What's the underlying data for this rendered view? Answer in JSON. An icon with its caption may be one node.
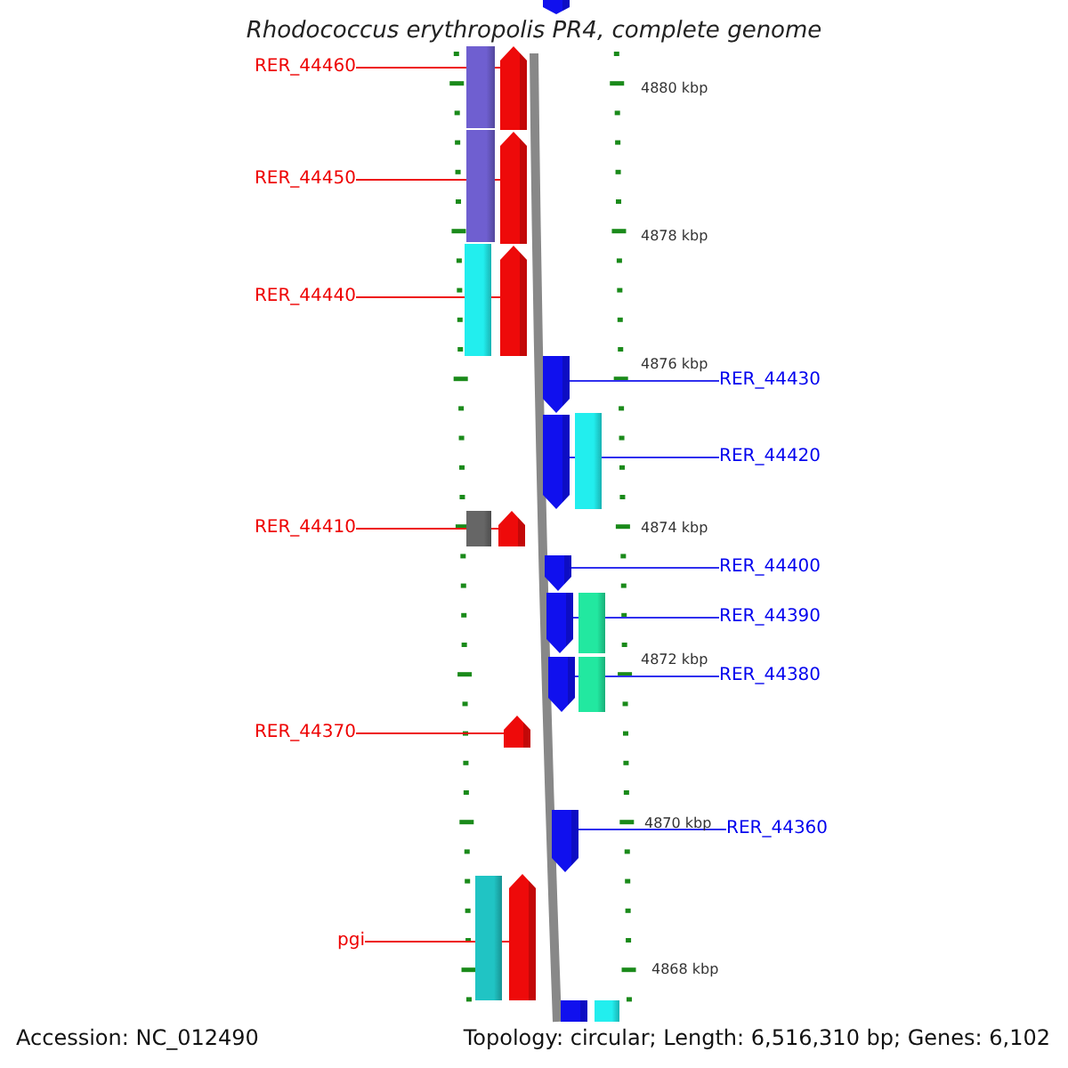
{
  "diagram": {
    "title": "Rhodococcus erythropolis PR4, complete genome",
    "nodes": [
      {
        "text": [
          "RER_44460"
        ]
      },
      {
        "text": [
          "RER_44450"
        ]
      },
      {
        "text": [
          "RER_44440"
        ]
      },
      {
        "text": [
          "RER_44430"
        ]
      },
      {
        "text": [
          "RER_44420"
        ]
      },
      {
        "text": [
          "RER_44410"
        ]
      },
      {
        "text": [
          "RER_44400"
        ]
      },
      {
        "text": [
          "RER_44390"
        ]
      },
      {
        "text": [
          "RER_44380"
        ]
      },
      {
        "text": [
          "RER_44370"
        ]
      },
      {
        "text": [
          "RER_44360"
        ]
      },
      {
        "text": [
          "pgi"
        ]
      },
      {
        "text": [],
        "shape": "pentagon"
      },
      {
        "text": [],
        "shape": "pentagon"
      },
      {
        "text": [],
        "shape": "pentagon"
      },
      {
        "text": [],
        "shape": "pentagon"
      },
      {
        "text": [],
        "shape": "pentagon"
      },
      {
        "text": [],
        "shape": "pentagon"
      },
      {
        "text": [],
        "shape": "pentagon"
      },
      {
        "text": [],
        "shape": "pentagon"
      },
      {
        "text": [],
        "shape": "pentagon"
      },
      {
        "text": [],
        "shape": "pentagon"
      },
      {
        "text": [],
        "shape": "pentagon"
      },
      {
        "text": [],
        "shape": "pentagon"
      },
      {
        "text": [],
        "shape": "pentagon"
      },
      {
        "text": [],
        "shape": "box"
      }
    ],
    "edges": [
      {
        "from": 0,
        "to": 13,
        "arrow": "none"
      },
      {
        "from": 1,
        "to": 14,
        "arrow": "none"
      },
      {
        "from": 2,
        "to": 15,
        "arrow": "none"
      },
      {
        "from": 3,
        "to": 16,
        "arrow": "none",
        "color": "#3030ee"
      },
      {
        "from": 4,
        "to": 17,
        "arrow": "none",
        "color": "#3030ee"
      },
      {
        "from": 5,
        "to": 18,
        "arrow": "none"
      },
      {
        "from": 6,
        "to": 19,
        "arrow": "none",
        "color": "#3030ee"
      },
      {
        "from": 7,
        "to": 20,
        "arrow": "none",
        "color": "#3030ee"
      },
      {
        "from": 8,
        "to": 21,
        "arrow": "none",
        "color": "#3030ee"
      },
      {
        "from": 9,
        "to": 22,
        "arrow": "none"
      },
      {
        "from": 10,
        "to": 23,
        "arrow": "none",
        "color": "#3030ee"
      },
      {
        "from": 11,
        "to": 24,
        "arrow": "none"
      }
    ],
    "labels": [
      "4880 kbp",
      "4878 kbp",
      "4876 kbp",
      "4874 kbp",
      "4872 kbp",
      "4870 kbp",
      "4868 kbp",
      "Accession: NC_012490",
      "Topology: circular; Length: 6,516,310 bp; Genes: 6,102"
    ]
  }
}
